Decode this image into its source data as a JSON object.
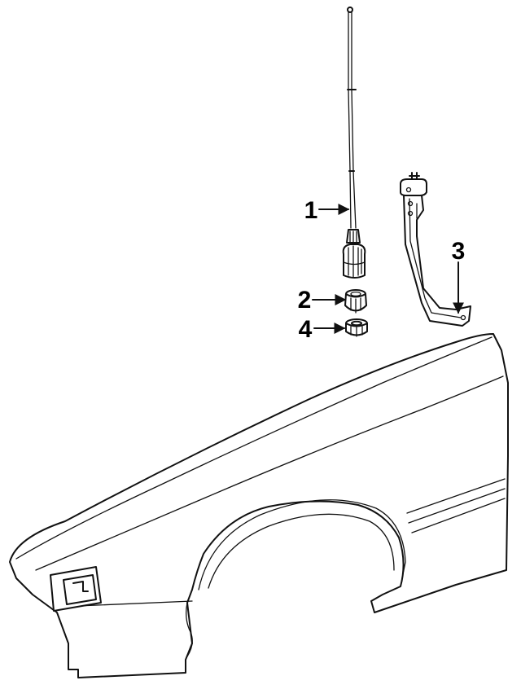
{
  "diagram": {
    "callouts": [
      {
        "id": "1",
        "label": "1",
        "part": "antenna-mast"
      },
      {
        "id": "2",
        "label": "2",
        "part": "antenna-bezel"
      },
      {
        "id": "3",
        "label": "3",
        "part": "antenna-bracket"
      },
      {
        "id": "4",
        "label": "4",
        "part": "antenna-nut"
      }
    ]
  }
}
